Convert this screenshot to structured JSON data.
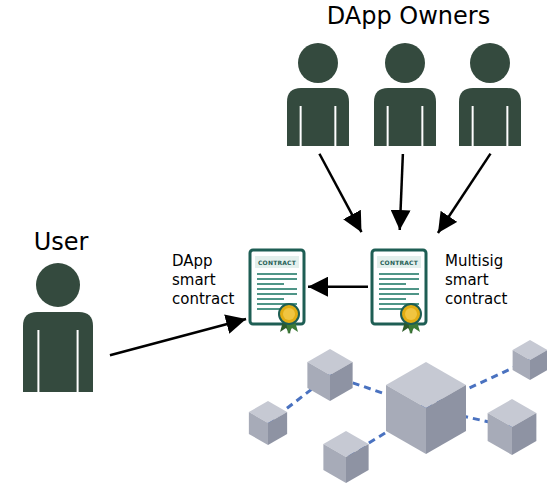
{
  "diagram": {
    "nodes": [
      {
        "text": [
          "DApp Owners"
        ]
      },
      {
        "text": [
          "User"
        ]
      },
      {
        "text": [
          "DApp smart contract"
        ]
      },
      {
        "text": [
          "Multisig smart contract"
        ]
      }
    ],
    "edges": [
      {
        "from": 0,
        "to": 3,
        "arrow": "to"
      },
      {
        "from": 0,
        "to": 3,
        "arrow": "to"
      },
      {
        "from": 0,
        "to": 3,
        "arrow": "to"
      },
      {
        "from": 3,
        "to": 2,
        "arrow": "to"
      },
      {
        "from": 1,
        "to": 2,
        "arrow": "to"
      }
    ],
    "labels": [
      "CONTRACT",
      "CONTRACT"
    ]
  }
}
